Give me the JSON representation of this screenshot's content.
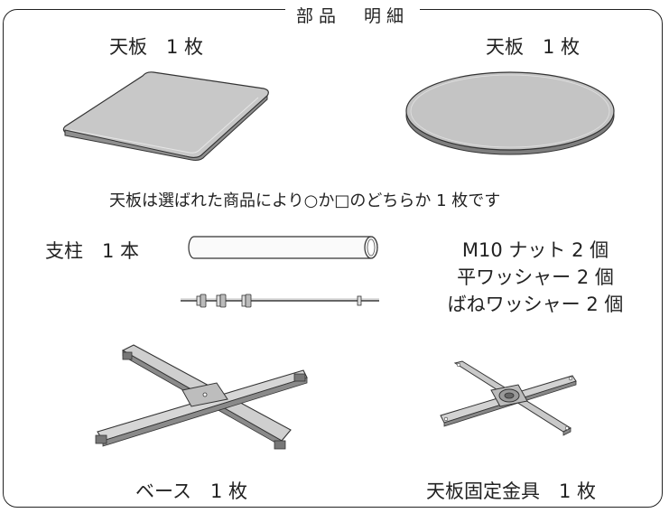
{
  "title": "部品　明細",
  "parts": {
    "top_square_label": "天板　1 枚",
    "top_round_label": "天板　1 枚",
    "top_note": "天板は選ばれた商品により○か□のどちらか 1 枚です",
    "pillar_label": "支柱　1 本",
    "hardware": [
      "M10 ナット 2 個",
      "平ワッシャー 2 個",
      "ばねワッシャー 2 個"
    ],
    "base_label": "ベース　1 枚",
    "bracket_label": "天板固定金具　1 枚"
  }
}
